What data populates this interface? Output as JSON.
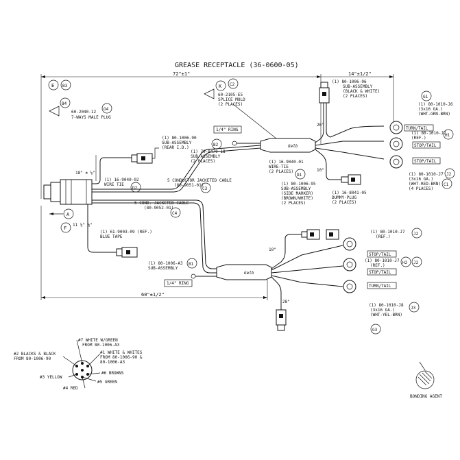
{
  "title": "GREASE RECEPTACLE (36-0600-05)",
  "dimensions": {
    "overall_top": "72\"±1\"",
    "right_top": "14\"±1/2\"",
    "bottom": "60\"±1/2\"",
    "d26": "26\"",
    "d10a": "10\"",
    "d10b": "10\"",
    "d28": "28\"",
    "d18": "18\" ± ⅛\"",
    "d11": "11 ¼\" ⅛\""
  },
  "balloons": {
    "E": "E",
    "B3": "B3",
    "B4": "B4",
    "G4": "G4",
    "K": "K",
    "C2": "C2",
    "B2": "B2",
    "D1": "D1",
    "D2": "D2",
    "C3": "C3",
    "C4": "C4",
    "A": "A",
    "F": "F",
    "B1": "B1",
    "G1": "G1",
    "H1": "H1",
    "C1": "C1",
    "J2a": "J2",
    "J2b": "J2",
    "J2c": "J2",
    "H2": "H2",
    "J3": "J3",
    "G3": "G3"
  },
  "notes": {
    "plug_line1": "60-2040-12",
    "plug_line2": "7-WAYS MALE PLUG",
    "splice_line1": "60-2105-E5",
    "splice_line2": "SPLICE MOLD",
    "splice_line3": "(2 PLACES)",
    "ring_top": "1/4\" RING",
    "ring_bottom": "1/4\" RING",
    "rear_line1": "(1) 80-1006-90",
    "rear_line2": "SUB-ASSEMBLY",
    "rear_line3": "(REAR I.D.)",
    "sub18_line1": "(1) 70-8470-18",
    "sub18_line2": "SUB-ASSEMBLY",
    "sub18_line3": "(2 PLACES)",
    "wt1_line1": "(1) 16-9040-01",
    "wt1_line2": "WIRE-TIE",
    "wt1_line3": "(2 PLACES)",
    "wt2_line1": "(1) 16-9040-02",
    "wt2_line2": "WIRE TIE",
    "c5_line1": "5 CONDUCTOR JACKETED CABLE",
    "c5_line2": "(80-9051-01)",
    "c5b_line1": "5-COND. JACKETED CABLE",
    "c5b_line2": "(80-9052-01)",
    "tape_line1": "(1) 61-9003-09 (REF.)",
    "tape_line2": "BLUE TAPE",
    "a3_line1": "(1) 80-1006-A3",
    "a3_line2": "SUB-ASSEMBLY",
    "s95_line1": "(1) 80-1006-95",
    "s95_line2": "SUB-ASSEMBLY",
    "s95_line3": "(SIDE MARKER)",
    "s95_line4": "(BROWN/WHITE)",
    "s95_line5": "(2 PLACES)",
    "dummy_line1": "(1) 16-8041-05",
    "dummy_line2": "DUMMY-PLUG",
    "dummy_line3": "(2 PLACES)",
    "s96_line1": "(1) 80-1006-96",
    "s96_line2": "SUB-ASSEMBLY",
    "s96_line3": "(BLACK & WHITE)",
    "s96_line4": "(2 PLACES)",
    "j6_line1": "(1) 80-1010-J6",
    "j6_line2": "(3x16 GA.)",
    "j6_line3": "(WHT-GRN-BRN)",
    "j7ref_top": "(1) 80-1010-J7",
    "j7ref_top2": "(REF.)",
    "j7_line1": "(1) 80-1010-J7",
    "j7_line2": "(3x16 GA.)",
    "j7_line3": "(WHT-RED-BRN)",
    "j7_line4": "(4 PLACES)",
    "j7b_line1": "(1) 80-1010-J7",
    "j7b_line2": "(REF.)",
    "j7c_line1": "(1) 80-1010-J7",
    "j7c_line2": "(REF.)",
    "j8_line1": "(1) 80-1010-J8",
    "j8_line2": "(3x16 GA.)",
    "j8_line3": "(WHT-YEL-BRN)",
    "bonding": "BONDING AGENT"
  },
  "lamp_labels": {
    "top_turn": "TURN/TAIL",
    "top_stop1": "STOP/TAIL",
    "top_stop2": "STOP/TAIL",
    "bot_stop1": "STOP/TAIL",
    "bot_stop2": "STOP/TAIL",
    "bot_turn": "TURN/TAIL"
  },
  "pinout": {
    "p7": "#7 WHITE W/GREEN",
    "p7b": "FROM 80-1006-A3",
    "p2": "#2 BLACKS & BLACK",
    "p2b": "FROM 80-1006-90",
    "p1": "#1 WHITE & WHITES",
    "p1b": "FROM 80-1006-90 &",
    "p1c": "80-1006-A3",
    "p6": "#6 BROWNS",
    "p3": "#3 YELLOW",
    "p5": "#5 GREEN",
    "p4": "#4 RED"
  }
}
